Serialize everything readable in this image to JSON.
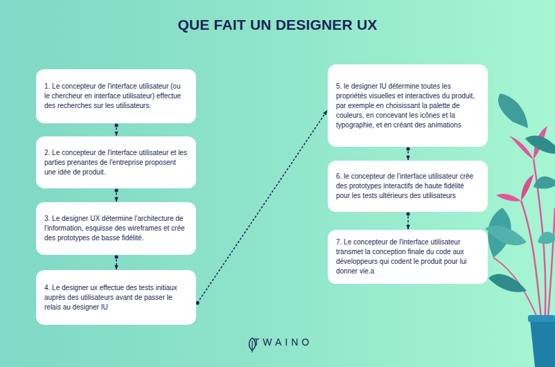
{
  "diagram": {
    "title": "QUE FAIT UN DESIGNER UX",
    "nodes": [
      {
        "text": [
          "1. Le concepteur de l'interface utilisateur (ou le chercheur en interface utilisateur) effectue des recherches sur les utilisateurs."
        ]
      },
      {
        "text": [
          "2. Le concepteur de l'interface utilisateur et les parties prenantes de l'entreprise proposent une idée de produit."
        ]
      },
      {
        "text": [
          "3. Le designer UX détermine l'architecture de l'information, esquisse des wireframes et crée des prototypes de basse fidélité."
        ]
      },
      {
        "text": [
          "4. Le designer ux effectue des tests initiaux auprès des utilisateurs avant de passer le relais au designer IU"
        ]
      },
      {
        "text": [
          "5. le designer IU détermine toutes les propriétés visuelles et interactives du produit, par exemple en choisissant la palette de couleurs, en concevant les icônes et la typographie, et en créant des animations"
        ]
      },
      {
        "text": [
          "6. le concepteur de l'interface utilisateur crée des prototypes interactifs de haute fidélité pour les tests ultérieurs des utilisateurs"
        ]
      },
      {
        "text": [
          "7. Le concepteur de l'interface utilisateur transmet la conception finale du code aux développeurs qui codent le produit pour lui donner vie.a"
        ]
      }
    ],
    "edges": [
      {
        "from": 0,
        "to": 1,
        "arrow": "to"
      },
      {
        "from": 1,
        "to": 2,
        "arrow": "to"
      },
      {
        "from": 2,
        "to": 3,
        "arrow": "to"
      },
      {
        "from": 3,
        "to": 4,
        "arrow": "to"
      },
      {
        "from": 4,
        "to": 5,
        "arrow": "to"
      },
      {
        "from": 5,
        "to": 6,
        "arrow": "to"
      }
    ],
    "labels": [
      "TWAINO"
    ]
  }
}
